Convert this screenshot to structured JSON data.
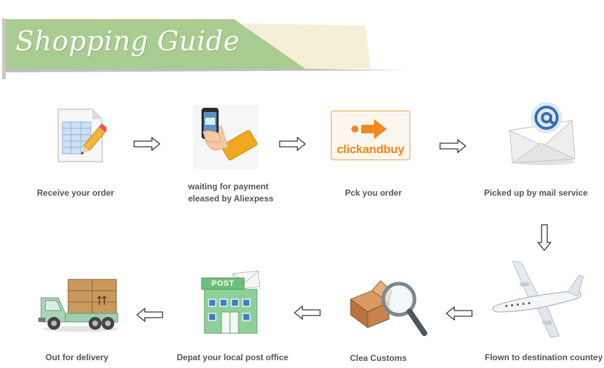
{
  "header": {
    "title": "Shopping Guide"
  },
  "steps": [
    {
      "label": "Receive  your order",
      "icon": "spreadsheet-pencil-icon"
    },
    {
      "label_line1": "waiting for payment",
      "label_line2": "eleased by Aliexpess",
      "icon": "phone-card-icon"
    },
    {
      "label": "Pck you order",
      "icon": "clickandbuy-logo-icon",
      "logo_text": "clickandbuy"
    },
    {
      "label": "Picked up by  mail service",
      "icon": "envelope-at-icon"
    },
    {
      "label": "Flown to destination countey",
      "icon": "airplane-icon"
    },
    {
      "label": "Clea Customs",
      "icon": "box-magnifier-icon"
    },
    {
      "label": "Depat your local post office",
      "icon": "post-office-icon",
      "sign_text": "POST"
    },
    {
      "label": "Out for delivery",
      "icon": "delivery-truck-icon"
    }
  ],
  "colors": {
    "banner_green": "#a9cc91",
    "banner_cream": "#f4efd6",
    "label_gray": "#555555",
    "arrow_gray": "#333333",
    "logo_orange": "#f08a1c"
  }
}
